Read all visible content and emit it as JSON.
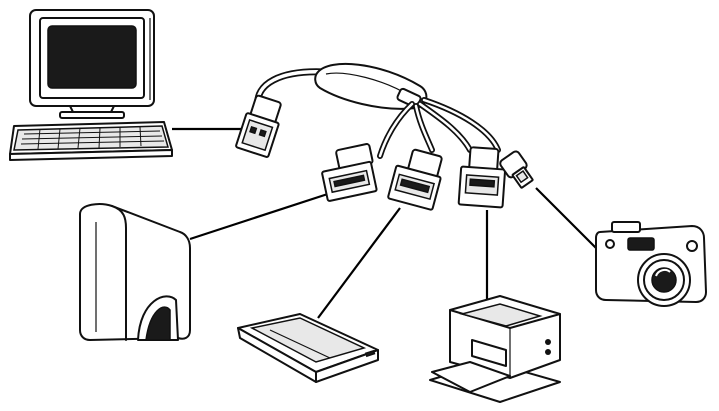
{
  "diagram": {
    "hub_devices": [
      "computer",
      "usb-hub",
      "external-hard-drive",
      "flatbed-scanner",
      "inkjet-printer",
      "digital-camera"
    ],
    "icons": {
      "computer": "computer-icon",
      "keyboard": "keyboard-icon",
      "hub": "usb-hub-icon",
      "hard_drive": "external-hard-drive-icon",
      "scanner": "scanner-icon",
      "printer": "printer-icon",
      "camera": "camera-icon"
    },
    "colors": {
      "ink": "#111111",
      "background": "#ffffff",
      "screen": "#1a1a1a"
    }
  }
}
